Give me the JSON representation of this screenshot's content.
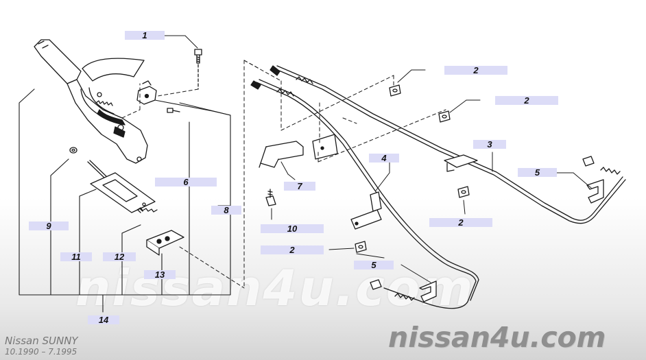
{
  "callouts": [
    {
      "id": "c1",
      "label": "1"
    },
    {
      "id": "c2a",
      "label": "2"
    },
    {
      "id": "c2b",
      "label": "2"
    },
    {
      "id": "c2c",
      "label": "2"
    },
    {
      "id": "c2d",
      "label": "2"
    },
    {
      "id": "c3",
      "label": "3"
    },
    {
      "id": "c4",
      "label": "4"
    },
    {
      "id": "c5a",
      "label": "5"
    },
    {
      "id": "c5b",
      "label": "5"
    },
    {
      "id": "c6",
      "label": "6"
    },
    {
      "id": "c7",
      "label": "7"
    },
    {
      "id": "c8",
      "label": "8"
    },
    {
      "id": "c9",
      "label": "9"
    },
    {
      "id": "c10",
      "label": "10"
    },
    {
      "id": "c11",
      "label": "11"
    },
    {
      "id": "c12",
      "label": "12"
    },
    {
      "id": "c13",
      "label": "13"
    },
    {
      "id": "c14",
      "label": "14"
    }
  ],
  "footer": {
    "model": "Nissan SUNNY",
    "years": "10.1990  –  7.1995",
    "brand": "nissan4u.com"
  },
  "watermark": "nissan4u.com",
  "colors": {
    "callout_bg": "#dcdcf7",
    "line": "#1a1a1a",
    "logo": "#8f8f8f"
  }
}
